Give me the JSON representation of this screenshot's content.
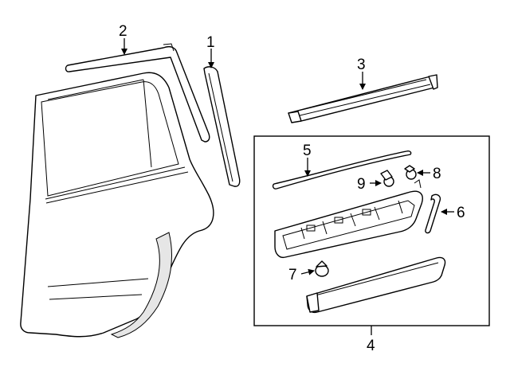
{
  "callouts": [
    {
      "id": "1",
      "label": "1"
    },
    {
      "id": "2",
      "label": "2"
    },
    {
      "id": "3",
      "label": "3"
    },
    {
      "id": "4",
      "label": "4"
    },
    {
      "id": "5",
      "label": "5"
    },
    {
      "id": "6",
      "label": "6"
    },
    {
      "id": "7",
      "label": "7"
    },
    {
      "id": "8",
      "label": "8"
    },
    {
      "id": "9",
      "label": "9"
    }
  ],
  "colors": {
    "line": "#000000",
    "background": "#ffffff"
  }
}
